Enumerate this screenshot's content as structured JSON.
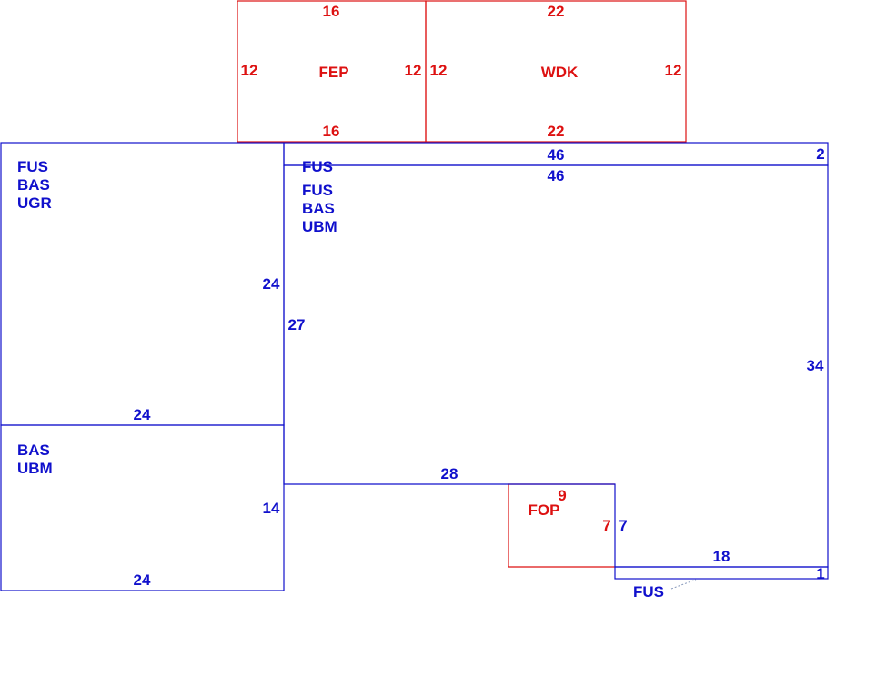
{
  "colors": {
    "blue": "#1010cc",
    "red": "#dd1111"
  },
  "areas": {
    "fep": {
      "code": "FEP",
      "top": "16",
      "bottom": "16",
      "left": "12",
      "right": "12"
    },
    "wdk": {
      "code": "WDK",
      "top": "22",
      "bottom": "22",
      "left": "12",
      "right": "12"
    },
    "fop": {
      "code": "FOP",
      "top": "9",
      "left": "7"
    },
    "ugr_section": {
      "codes": [
        "FUS",
        "BAS",
        "UGR"
      ],
      "right": "24",
      "bottom": "24"
    },
    "bas_section": {
      "codes": [
        "BAS",
        "UBM"
      ],
      "right": "14",
      "bottom": "24"
    },
    "main_section": {
      "codes": [
        "FUS",
        "BAS",
        "UBM"
      ],
      "left": "27",
      "right": "34",
      "bottom_left": "28",
      "notch_side": "7",
      "bottom_right": "18"
    },
    "top_strip": {
      "code": "FUS",
      "top": "46",
      "bottom": "46",
      "right": "2"
    },
    "bottom_strip": {
      "code": "FUS",
      "right": "1"
    }
  }
}
